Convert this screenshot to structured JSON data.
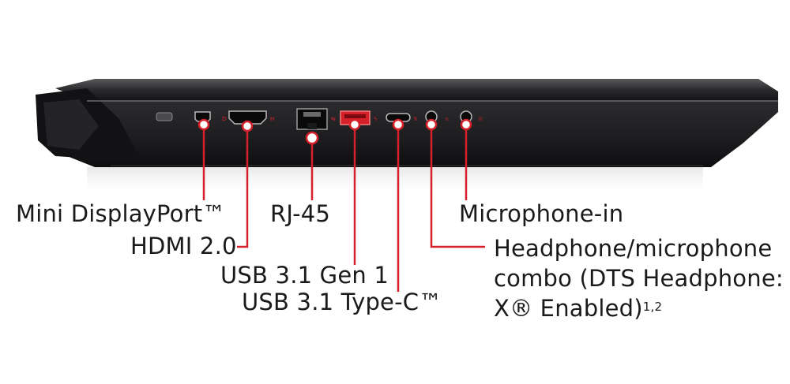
{
  "colors": {
    "callout": "#d6202a",
    "chassis": "#1c1c1e",
    "text": "#1a1a1a"
  },
  "labels": {
    "mini_displayport": "Mini DisplayPort™",
    "hdmi": "HDMI 2.0",
    "rj45": "RJ-45",
    "usb_a": "USB 3.1 Gen 1",
    "usb_c": "USB 3.1 Type-C™",
    "microphone_in": "Microphone-in",
    "headphone_combo": {
      "line1": "Headphone/microphone",
      "line2": "combo (DTS Headphone:",
      "line3": "X® Enabled)",
      "footnote": "1,2"
    }
  },
  "icons": [
    "lock-slot-icon",
    "mini-displayport-icon",
    "hdmi-port-icon",
    "rj45-port-icon",
    "usb-a-port-icon",
    "usb-c-port-icon",
    "headphone-jack-icon",
    "microphone-jack-icon"
  ]
}
